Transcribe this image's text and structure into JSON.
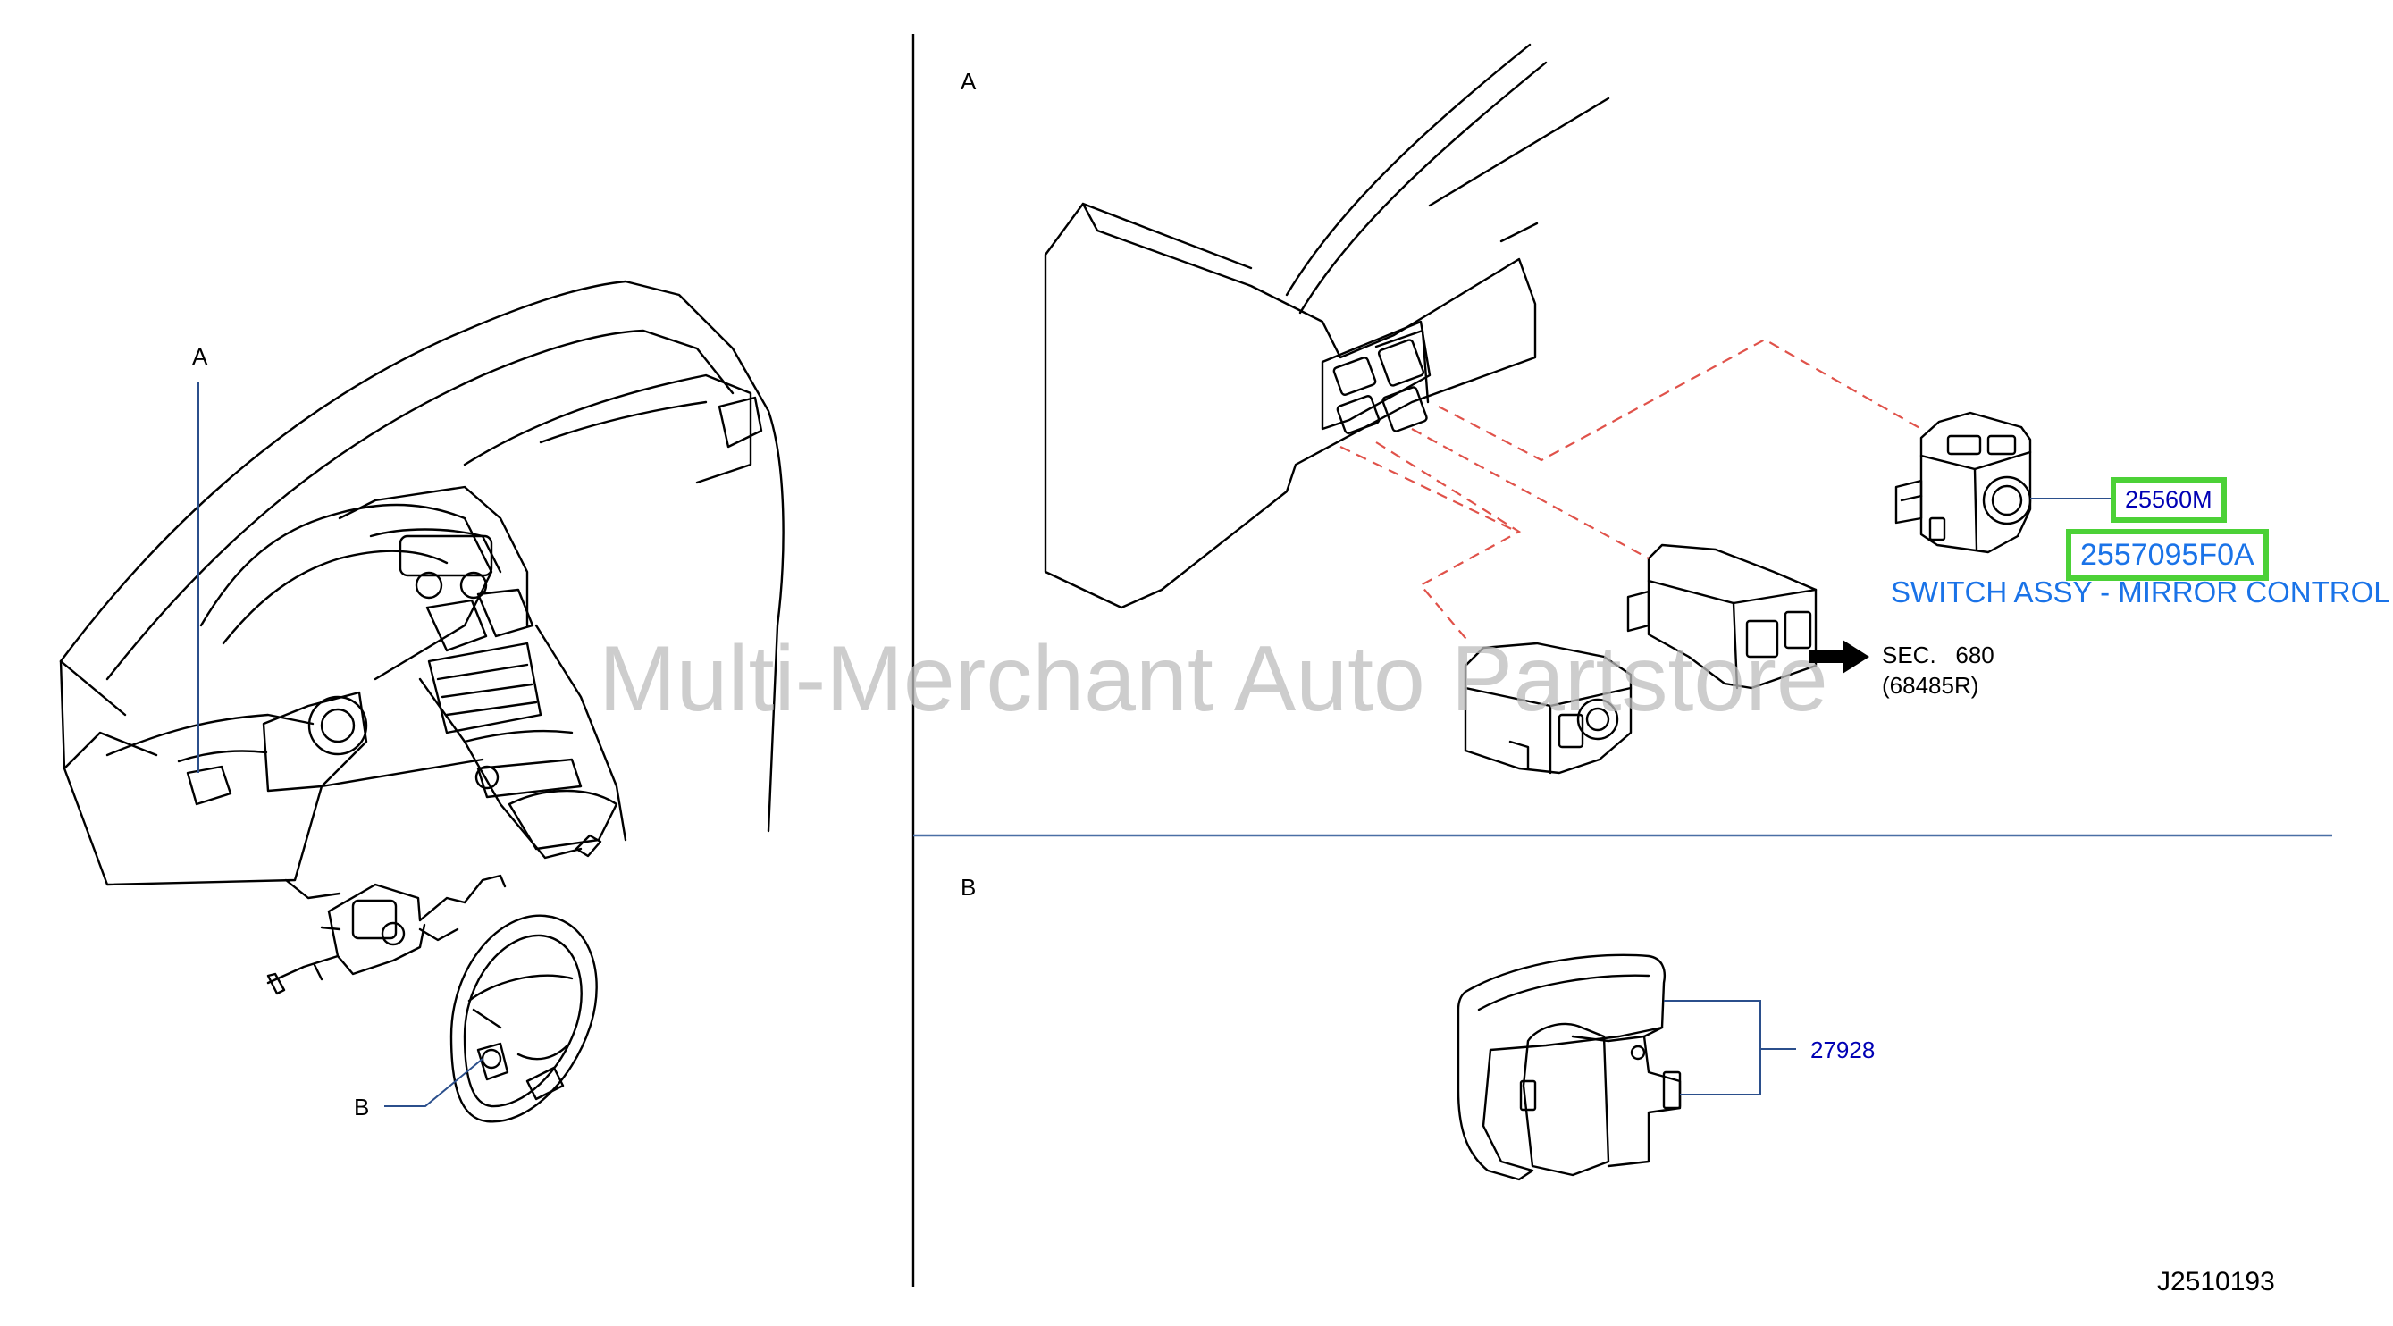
{
  "colors": {
    "lines": "#000000",
    "leader": "#2b4f8c",
    "dashed": "#e0524a",
    "highlight": "#4cd137",
    "part_text": "#0000b4",
    "desc_text": "#1a73e8",
    "watermark": "#bdbdbd",
    "divider": "#000000",
    "divider_h": "#4a6fa5"
  },
  "left_view": {
    "label_a": "A",
    "label_b": "B"
  },
  "detail_a": {
    "label": "A",
    "part_number": "25560M",
    "highlighted_part": "2557095F0A",
    "description": "SWITCH ASSY - MIRROR CONTROL",
    "sec_ref_line1": "SEC.   680",
    "sec_ref_line2": "(68485R)",
    "arrow_icon": "right-arrow-icon"
  },
  "detail_b": {
    "label": "B",
    "part_number": "27928"
  },
  "watermark": "Multi-Merchant Auto Partstore",
  "diagram_id": "J2510193"
}
